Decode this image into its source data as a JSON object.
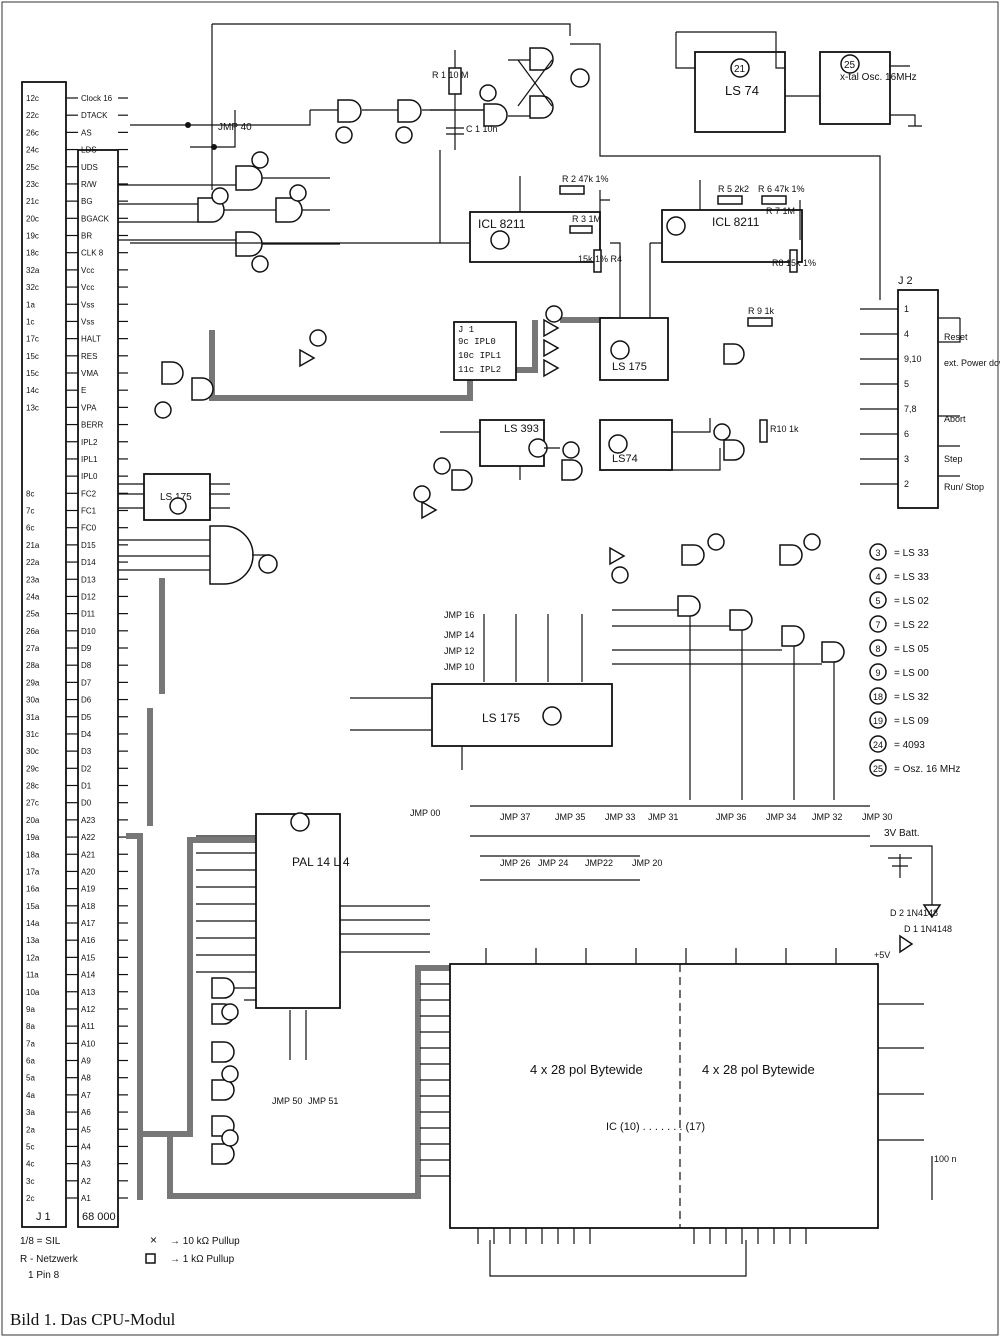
{
  "caption": "Bild 1. Das CPU-Modul",
  "connector": {
    "j1_label": "J 1",
    "cpu_label": "68 000",
    "rows": [
      {
        "pin": "12c",
        "sig": "Clock 16"
      },
      {
        "pin": "22c",
        "sig": "DTACK"
      },
      {
        "pin": "26c",
        "sig": "AS"
      },
      {
        "pin": "24c",
        "sig": "LDS"
      },
      {
        "pin": "25c",
        "sig": "UDS"
      },
      {
        "pin": "23c",
        "sig": "R/W"
      },
      {
        "pin": "21c",
        "sig": "BG"
      },
      {
        "pin": "20c",
        "sig": "BGACK"
      },
      {
        "pin": "19c",
        "sig": "BR"
      },
      {
        "pin": "18c",
        "sig": "CLK 8"
      },
      {
        "pin": "32a",
        "sig": "Vcc"
      },
      {
        "pin": "32c",
        "sig": "Vcc"
      },
      {
        "pin": "1a",
        "sig": "Vss"
      },
      {
        "pin": "1c",
        "sig": "Vss"
      },
      {
        "pin": "17c",
        "sig": "HALT"
      },
      {
        "pin": "15c",
        "sig": "RES"
      },
      {
        "pin": "15c",
        "sig": "VMA"
      },
      {
        "pin": "14c",
        "sig": "E"
      },
      {
        "pin": "13c",
        "sig": "VPA"
      },
      {
        "pin": "",
        "sig": "BERR"
      },
      {
        "pin": "",
        "sig": "IPL2"
      },
      {
        "pin": "",
        "sig": "IPL1"
      },
      {
        "pin": "",
        "sig": "IPL0"
      },
      {
        "pin": "8c",
        "sig": "FC2"
      },
      {
        "pin": "7c",
        "sig": "FC1"
      },
      {
        "pin": "6c",
        "sig": "FC0"
      },
      {
        "pin": "21a",
        "sig": "D15"
      },
      {
        "pin": "22a",
        "sig": "D14"
      },
      {
        "pin": "23a",
        "sig": "D13"
      },
      {
        "pin": "24a",
        "sig": "D12"
      },
      {
        "pin": "25a",
        "sig": "D11"
      },
      {
        "pin": "26a",
        "sig": "D10"
      },
      {
        "pin": "27a",
        "sig": "D9"
      },
      {
        "pin": "28a",
        "sig": "D8"
      },
      {
        "pin": "29a",
        "sig": "D7"
      },
      {
        "pin": "30a",
        "sig": "D6"
      },
      {
        "pin": "31a",
        "sig": "D5"
      },
      {
        "pin": "31c",
        "sig": "D4"
      },
      {
        "pin": "30c",
        "sig": "D3"
      },
      {
        "pin": "29c",
        "sig": "D2"
      },
      {
        "pin": "28c",
        "sig": "D1"
      },
      {
        "pin": "27c",
        "sig": "D0"
      },
      {
        "pin": "20a",
        "sig": "A23"
      },
      {
        "pin": "19a",
        "sig": "A22"
      },
      {
        "pin": "18a",
        "sig": "A21"
      },
      {
        "pin": "17a",
        "sig": "A20"
      },
      {
        "pin": "16a",
        "sig": "A19"
      },
      {
        "pin": "15a",
        "sig": "A18"
      },
      {
        "pin": "14a",
        "sig": "A17"
      },
      {
        "pin": "13a",
        "sig": "A16"
      },
      {
        "pin": "12a",
        "sig": "A15"
      },
      {
        "pin": "11a",
        "sig": "A14"
      },
      {
        "pin": "10a",
        "sig": "A13"
      },
      {
        "pin": "9a",
        "sig": "A12"
      },
      {
        "pin": "8a",
        "sig": "A11"
      },
      {
        "pin": "7a",
        "sig": "A10"
      },
      {
        "pin": "6a",
        "sig": "A9"
      },
      {
        "pin": "5a",
        "sig": "A8"
      },
      {
        "pin": "4a",
        "sig": "A7"
      },
      {
        "pin": "3a",
        "sig": "A6"
      },
      {
        "pin": "2a",
        "sig": "A5"
      },
      {
        "pin": "5c",
        "sig": "A4"
      },
      {
        "pin": "4c",
        "sig": "A3"
      },
      {
        "pin": "3c",
        "sig": "A2"
      },
      {
        "pin": "2c",
        "sig": "A1"
      }
    ]
  },
  "legend": [
    {
      "n": "3",
      "t": "= LS 33"
    },
    {
      "n": "4",
      "t": "= LS 33"
    },
    {
      "n": "5",
      "t": "= LS 02"
    },
    {
      "n": "7",
      "t": "= LS 22"
    },
    {
      "n": "8",
      "t": "= LS 05"
    },
    {
      "n": "9",
      "t": "= LS 00"
    },
    {
      "n": "18",
      "t": "= LS 32"
    },
    {
      "n": "19",
      "t": "= LS 09"
    },
    {
      "n": "24",
      "t": "= 4093"
    },
    {
      "n": "25",
      "t": "= Osz. 16 MHz"
    }
  ],
  "footnotes": {
    "sil": "1/8 = SIL",
    "rnet": "R - Netzwerk",
    "pin8": "1 Pin 8",
    "pullup10k": "→ 10 kΩ Pullup",
    "pullup1k": "→ 1 kΩ Pullup"
  },
  "chips": {
    "ls74_top": "LS 74",
    "osc": "x-tal Osc. 16MHz",
    "icl1": "ICL 8211",
    "icl2": "ICL 8211",
    "ls175_a": "LS 175",
    "ls175_b": "LS 175",
    "ls175_c": "LS 175",
    "ls393": "LS 393",
    "ls74_mid": "LS74",
    "pal": "PAL 14 L 4",
    "mem_left": "4 x 28 pol Bytewide",
    "mem_right": "4 x 28 pol Bytewide"
  },
  "j2": {
    "label": "J 2",
    "items": [
      "Reset",
      "ext. Power down",
      "Abort",
      "Step",
      "Run/ Stop"
    ],
    "pins": [
      "1",
      "4",
      "9,10",
      "5",
      "7,8",
      "6",
      "3",
      "2"
    ]
  },
  "labels": {
    "jmp40": "JMP 40",
    "r1": "R 1 10 M",
    "c1": "C 1 10n",
    "r2": "R 2 47k 1%",
    "r3": "R 3 1M",
    "r4": "15k 1% R4",
    "r5": "R 5 2k2",
    "r6": "R 6 47k 1%",
    "r7": "R 7 1M",
    "r8": "R8 15k 1%",
    "r9": "R 9 1k",
    "r10": "R10 1k",
    "batt": "3V Batt.",
    "d2": "D 2 1N4148",
    "d1": "D 1 1N4148",
    "c100n": "100 n",
    "plus5v": "+5V",
    "ic_range": "IC (10) . . . . . . . (17)"
  }
}
